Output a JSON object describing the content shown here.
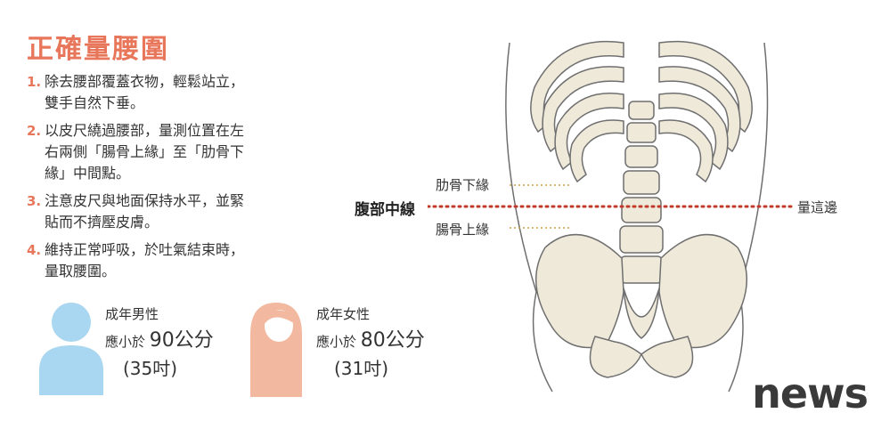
{
  "title": "正確量腰圍",
  "steps": [
    {
      "num": "1.",
      "lines": [
        "除去腰部覆蓋衣物，輕鬆站立，",
        "雙手自然下垂。"
      ]
    },
    {
      "num": "2.",
      "lines": [
        "以皮尺繞過腰部，量測位置在左",
        "右兩側「腸骨上緣」至「肋骨下",
        "緣」中間點。"
      ]
    },
    {
      "num": "3.",
      "lines": [
        "注意皮尺與地面保持水平，並緊",
        "貼而不擠壓皮膚。"
      ]
    },
    {
      "num": "4.",
      "lines": [
        "維持正常呼吸，於吐氣結束時，",
        "量取腰圍。"
      ]
    }
  ],
  "male": {
    "label": "成年男性",
    "prefix": "應小於",
    "value": "90公分",
    "inch": "(35吋)"
  },
  "female": {
    "label": "成年女性",
    "prefix": "應小於",
    "value": "80公分",
    "inch": "(31吋)"
  },
  "diagram": {
    "rib_label": "肋骨下緣",
    "waist_label": "腹部中線",
    "measure_label": "量這邊",
    "hip_label": "腸骨上緣"
  },
  "logo": "news",
  "colors": {
    "accent": "#e8765a",
    "male": "#a9d6f0",
    "female": "#f2b9a0",
    "bone": "#efe9da",
    "bone_stroke": "#6f6f6f",
    "dots": "#c0392b"
  }
}
